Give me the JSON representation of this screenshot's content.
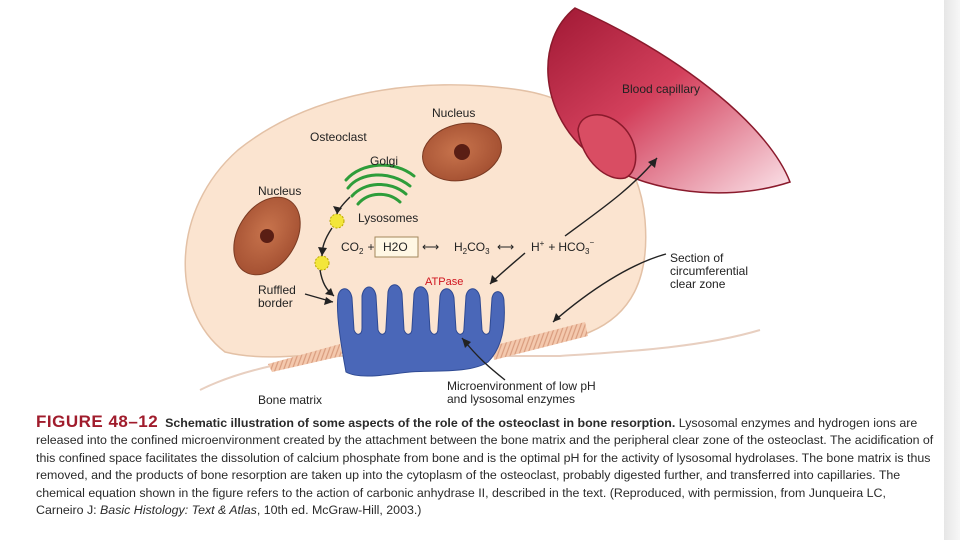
{
  "labels": {
    "blood_capillary": "Blood capillary",
    "nucleus_top": "Nucleus",
    "osteoclast": "Osteoclast",
    "golgi": "Golgi",
    "nucleus_left": "Nucleus",
    "lysosomes": "Lysosomes",
    "ruffled_border_line1": "Ruffled",
    "ruffled_border_line2": "border",
    "section_line1": "Section of",
    "section_line2": "circumferential",
    "section_line3": "clear zone",
    "microenv_line1": "Microenvironment of low pH",
    "microenv_line2": "and lysosomal enzymes",
    "bone_matrix": "Bone matrix"
  },
  "equation": {
    "co2": "CO",
    "co2_sub": "2",
    "plus1": "+",
    "h2o_box": "H2O",
    "arrow1": "⟷",
    "h2co3_h": "H",
    "h2co3_sub1": "2",
    "h2co3_co": "CO",
    "h2co3_sub2": "3",
    "arrow2": "⟷",
    "hplus": "H",
    "hplus_sup": "+",
    "plus2": "+",
    "hco3": "HCO",
    "hco3_sub": "3",
    "hco3_sup": "−",
    "atpase": "ATPase"
  },
  "caption": {
    "figure_number": "FIGURE 48–12",
    "title": "Schematic illustration of some aspects of the role of the osteoclast in bone resorption.",
    "body": "Lysosomal enzymes and hydrogen ions are released into the confined microenvironment created by the attachment between the bone matrix and the peripheral clear zone of the osteoclast. The acidification of this confined space facilitates the dissolution of calcium phosphate from bone and is the optimal pH for the activity of lysosomal hydrolases. The bone matrix is thus removed, and the products of bone resorption are taken up into the cytoplasm of the osteoclast, probably digested further, and transferred into capillaries. The chemical equation shown in the figure refers to the action of carbonic anhydrase II, described in the text. (Reproduced, with permission, from Junqueira LC, Carneiro J: ",
    "book_title": "Basic Histology: Text & Atlas",
    "suffix": ", 10th ed. McGraw-Hill, 2003.)"
  },
  "colors": {
    "cell_fill": "#fbe4d0",
    "nucleus_fill": "#b5603e",
    "nucleolus_fill": "#5a1e14",
    "golgi_green": "#2e9d3a",
    "lysosome_yellow": "#f3e63a",
    "ruffled_blue": "#4a67b8",
    "capillary_red": "#c52a45",
    "caption_red": "#a01c2c",
    "atpase_red": "#d0141e"
  }
}
